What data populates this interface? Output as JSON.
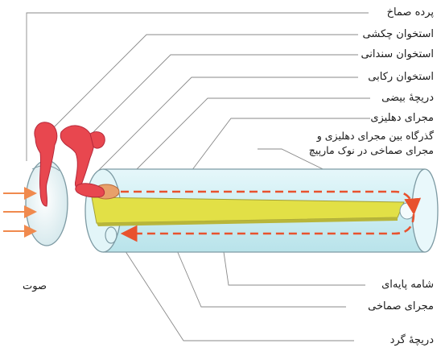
{
  "labels": {
    "tympanic_membrane": "پرده صماخ",
    "malleus": "استخوان چکشی",
    "incus": "استخوان سندانی",
    "stapes": "استخوان رکابی",
    "oval_window": "دریچهٔ بیضی",
    "vestibular_canal": "مجرای دهلیزی",
    "helicotrema_line1": "گذرگاه بین مجرای دهلیزی و",
    "helicotrema_line2": "مجرای صماخی در نوک مارپیچ",
    "basilar_membrane": "شامه پایه‌ای",
    "tympanic_canal": "مجرای صماخی",
    "round_window": "دریچهٔ گرد",
    "sound": "صوت"
  },
  "colors": {
    "cochlea_fill": "#d6f1f5",
    "cochlea_edge": "#7d9aa3",
    "basilar_membrane": "#e2e046",
    "ossicles": "#e8474f",
    "wave_arrows": "#e8522e",
    "sound_arrows": "#f08a4e",
    "leader_lines": "#8a8a8a"
  }
}
